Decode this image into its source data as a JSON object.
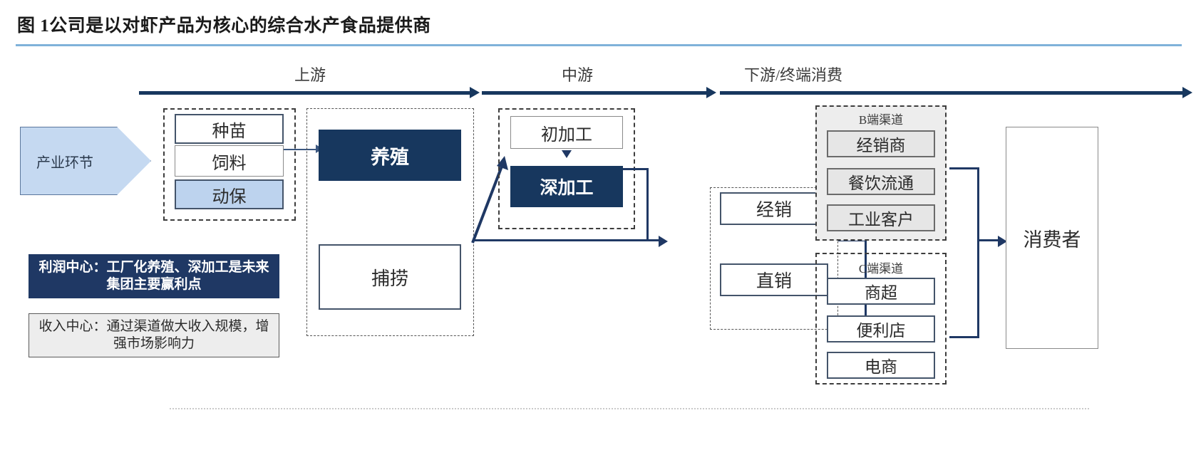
{
  "figure": {
    "title": "图 1公司是以对虾产品为核心的综合水产食品提供商"
  },
  "stages": [
    {
      "label": "上游"
    },
    {
      "label": "中游"
    },
    {
      "label": "下游/终端消费"
    }
  ],
  "industry_chevron": {
    "label": "产业环节"
  },
  "legend": {
    "profit_center": "利润中心：工厂化养殖、深加工是未来集团主要赢利点",
    "revenue_center": "收入中心：通过渠道做大收入规模，增强市场影响力"
  },
  "upstream": {
    "inputs": [
      {
        "label": "种苗",
        "style": "white"
      },
      {
        "label": "饲料",
        "style": "white"
      },
      {
        "label": "动保",
        "style": "lightblue"
      }
    ],
    "production": [
      {
        "label": "养殖",
        "style": "dark"
      },
      {
        "label": "捕捞",
        "style": "white"
      }
    ]
  },
  "midstream": {
    "processing": [
      {
        "label": "初加工",
        "style": "white"
      },
      {
        "label": "深加工",
        "style": "dark"
      }
    ]
  },
  "sales": {
    "modes": [
      {
        "label": "经销"
      },
      {
        "label": "直销"
      }
    ]
  },
  "downstream": {
    "b_channel": {
      "caption": "B端渠道",
      "items": [
        {
          "label": "经销商"
        },
        {
          "label": "餐饮流通"
        },
        {
          "label": "工业客户"
        }
      ]
    },
    "c_channel": {
      "caption": "C端渠道",
      "items": [
        {
          "label": "商超"
        },
        {
          "label": "便利店"
        },
        {
          "label": "电商"
        }
      ]
    },
    "consumer": {
      "label": "消费者"
    }
  },
  "colors": {
    "dark_navy": "#17375e",
    "legend_navy": "#1f3864",
    "light_blue": "#c5d9f1",
    "box_light_blue": "#bdd3ee",
    "gray_fill": "#e6e6e6",
    "rule_blue": "#7fb2d9"
  }
}
